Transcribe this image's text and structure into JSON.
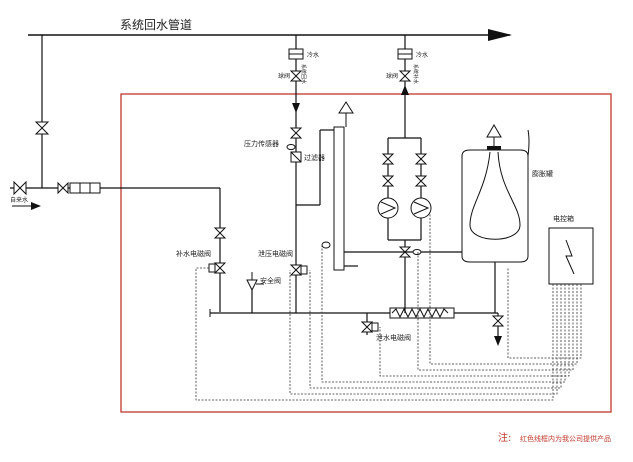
{
  "header": {
    "main_pipe_label": "系统回水管道"
  },
  "labels": {
    "cold_water_top_left": "冷水",
    "cold_water_top_right": "冷水",
    "ball_valve_left": "球阀",
    "ball_valve_right": "球阀",
    "sensor_pipe_left": "系统回水",
    "sensor_pipe_right": "系统补水",
    "pressure_sensor": "压力传感器",
    "filter": "过滤器",
    "tank": "膨胀罐",
    "control_box": "电控箱",
    "makeup_solenoid": "补水电磁阀",
    "release_solenoid": "泄压电磁阀",
    "safety_valve": "安全阀",
    "drain_solenoid": "泄水电磁阀",
    "water_source": "自来水"
  },
  "note": {
    "prefix": "注:",
    "text": "红色线框内为我公司提供产品"
  },
  "colors": {
    "frame": "#c0392b",
    "pipe": "#111111",
    "note": "#c0392b"
  }
}
